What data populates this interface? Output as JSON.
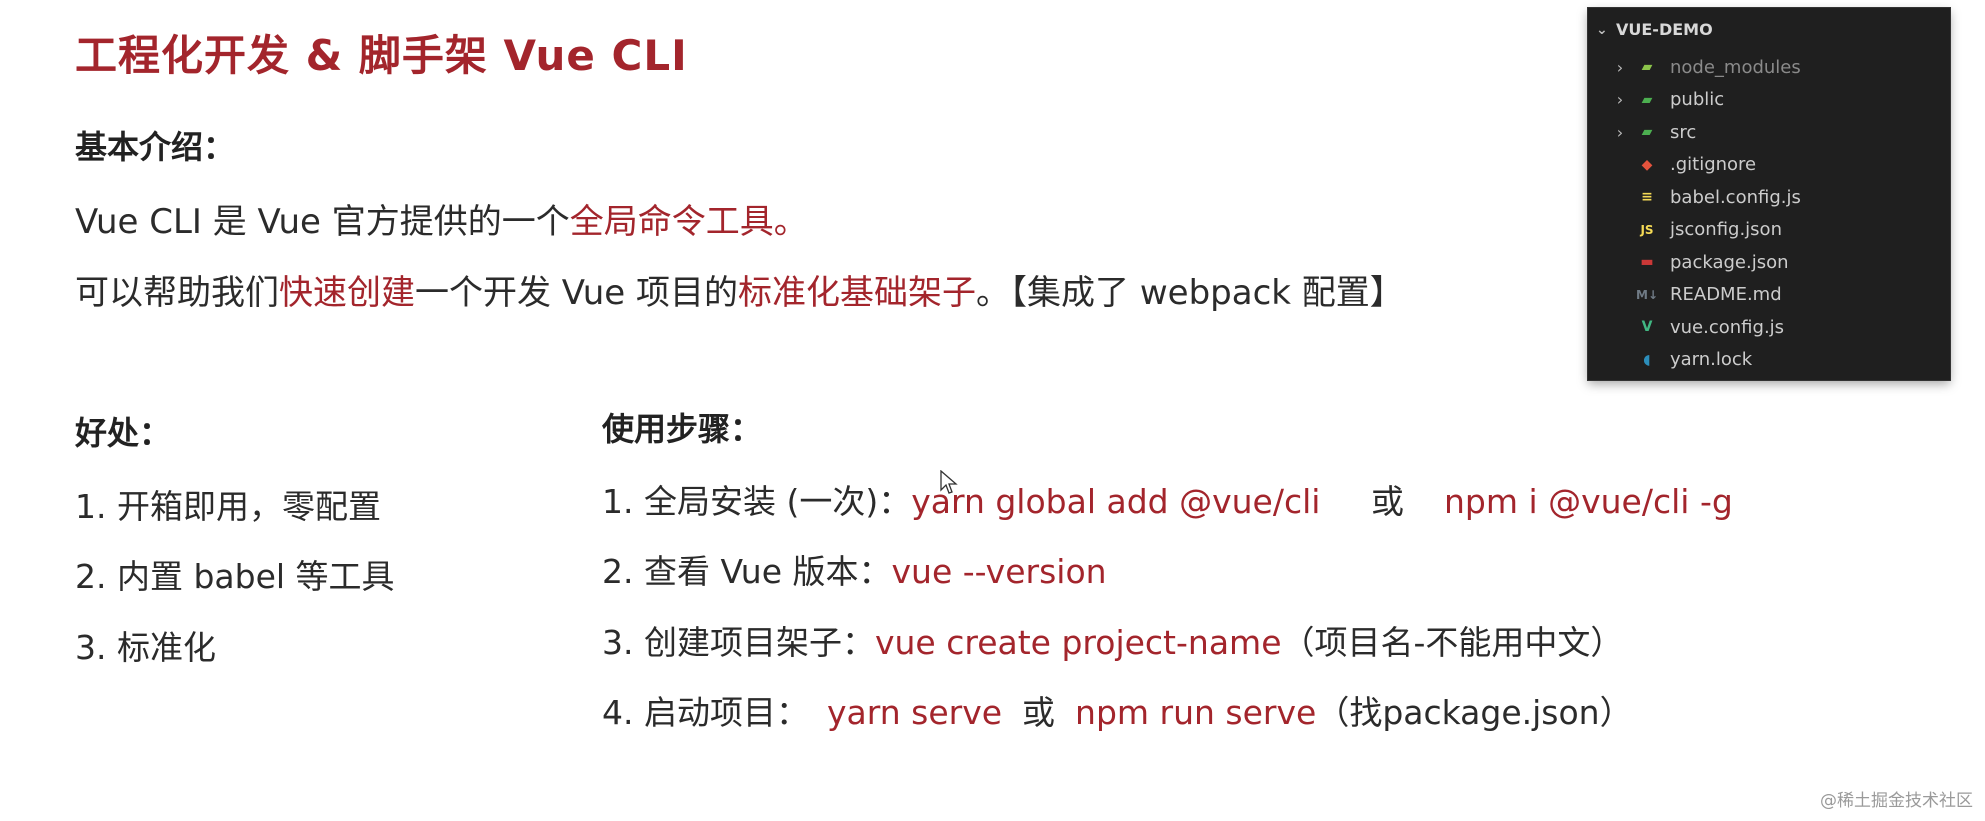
{
  "title": "工程化开发 & 脚手架 Vue CLI",
  "intro": {
    "heading": "基本介绍：",
    "line1": {
      "before": "Vue CLI 是 Vue 官方提供的一个",
      "highlight": "全局命令工具。"
    },
    "line2": {
      "p1": "可以帮助我们",
      "h1": "快速创建",
      "p2": "一个开发 Vue 项目的",
      "h2": "标准化基础架子",
      "p3": "。【集成了 webpack 配置】"
    }
  },
  "benefits": {
    "heading": "好处：",
    "items": [
      "1. 开箱即用，零配置",
      "2. 内置 babel 等工具",
      "3. 标准化"
    ]
  },
  "steps": {
    "heading": "使用步骤：",
    "items": [
      {
        "prefix": "1. 全局安装 (一次)：",
        "cmd1": "yarn global add @vue/cli",
        "mid": "或",
        "cmd2": "npm i  @vue/cli  -g",
        "suffix": ""
      },
      {
        "prefix": "2. 查看 Vue 版本：",
        "cmd1": "vue  --version",
        "mid": "",
        "cmd2": "",
        "suffix": ""
      },
      {
        "prefix": "3. 创建项目架子：",
        "cmd1": "vue  create  project-name",
        "mid": "",
        "cmd2": "",
        "suffix": "（项目名-不能用中文）"
      },
      {
        "prefix": "4. 启动项目：",
        "cmd1": "yarn  serve",
        "mid": "或",
        "cmd2": "npm run serve",
        "suffix": "（找package.json）"
      }
    ]
  },
  "explorer": {
    "root": "VUE-DEMO",
    "items": [
      {
        "name": "node_modules",
        "folder": true,
        "icon": "folder-node-icon",
        "color": "#8bc34a",
        "dim": true
      },
      {
        "name": "public",
        "folder": true,
        "icon": "folder-public-icon",
        "color": "#4caf50",
        "dim": false
      },
      {
        "name": "src",
        "folder": true,
        "icon": "folder-src-icon",
        "color": "#4caf50",
        "dim": false
      },
      {
        "name": ".gitignore",
        "folder": false,
        "icon": "git-icon",
        "color": "#e5533d",
        "dim": false
      },
      {
        "name": "babel.config.js",
        "folder": false,
        "icon": "babel-icon",
        "color": "#f5da55",
        "dim": false
      },
      {
        "name": "jsconfig.json",
        "folder": false,
        "icon": "js-icon",
        "color": "#f5da55",
        "dim": false
      },
      {
        "name": "package.json",
        "folder": false,
        "icon": "npm-icon",
        "color": "#cb3837",
        "dim": false
      },
      {
        "name": "README.md",
        "folder": false,
        "icon": "markdown-icon",
        "color": "#6f7a85",
        "dim": false
      },
      {
        "name": "vue.config.js",
        "folder": false,
        "icon": "vue-icon",
        "color": "#41b883",
        "dim": false
      },
      {
        "name": "yarn.lock",
        "folder": false,
        "icon": "yarn-icon",
        "color": "#2c8ebb",
        "dim": false
      }
    ]
  },
  "watermark": "@稀土掘金技术社区"
}
